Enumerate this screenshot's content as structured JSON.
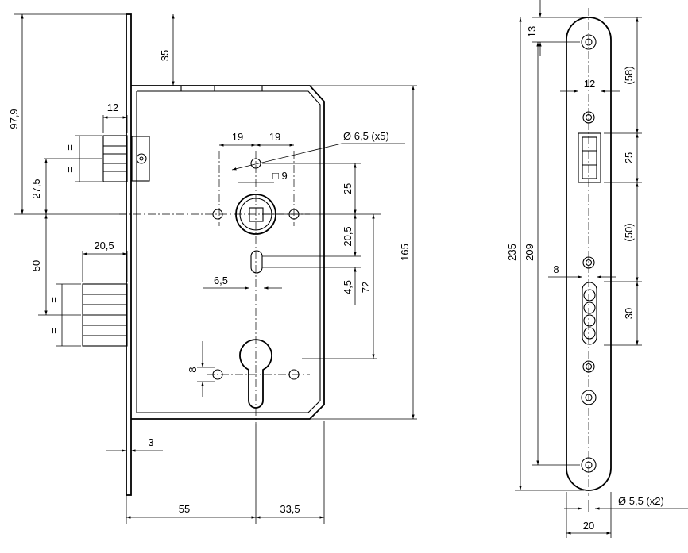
{
  "dims": {
    "d_97_9": "97,9",
    "d_35": "35",
    "d_12_top": "12",
    "d_27_5": "27,5",
    "d_19_left": "19",
    "d_19_right": "19",
    "d_hole_dia": "Ø 6,5 (x5)",
    "d_sq9": "□ 9",
    "d_25_left": "25",
    "d_20_5_right": "20,5",
    "d_165": "165",
    "d_20_5_left": "20,5",
    "d_50": "50",
    "d_6_5": "6,5",
    "d_4_5": "4,5",
    "d_72": "72",
    "d_8_left": "8",
    "d_3": "3",
    "d_55": "55",
    "d_33_5": "33,5",
    "d_13": "13",
    "d_12_plate": "12",
    "d_58": "(58)",
    "d_25_plate": "25",
    "d_235": "235",
    "d_209": "209",
    "d_50_plate": "(50)",
    "d_8_plate": "8",
    "d_30": "30",
    "d_hole_dia_plate": "Ø 5,5 (x2)",
    "d_20": "20",
    "eq_mark": "="
  }
}
